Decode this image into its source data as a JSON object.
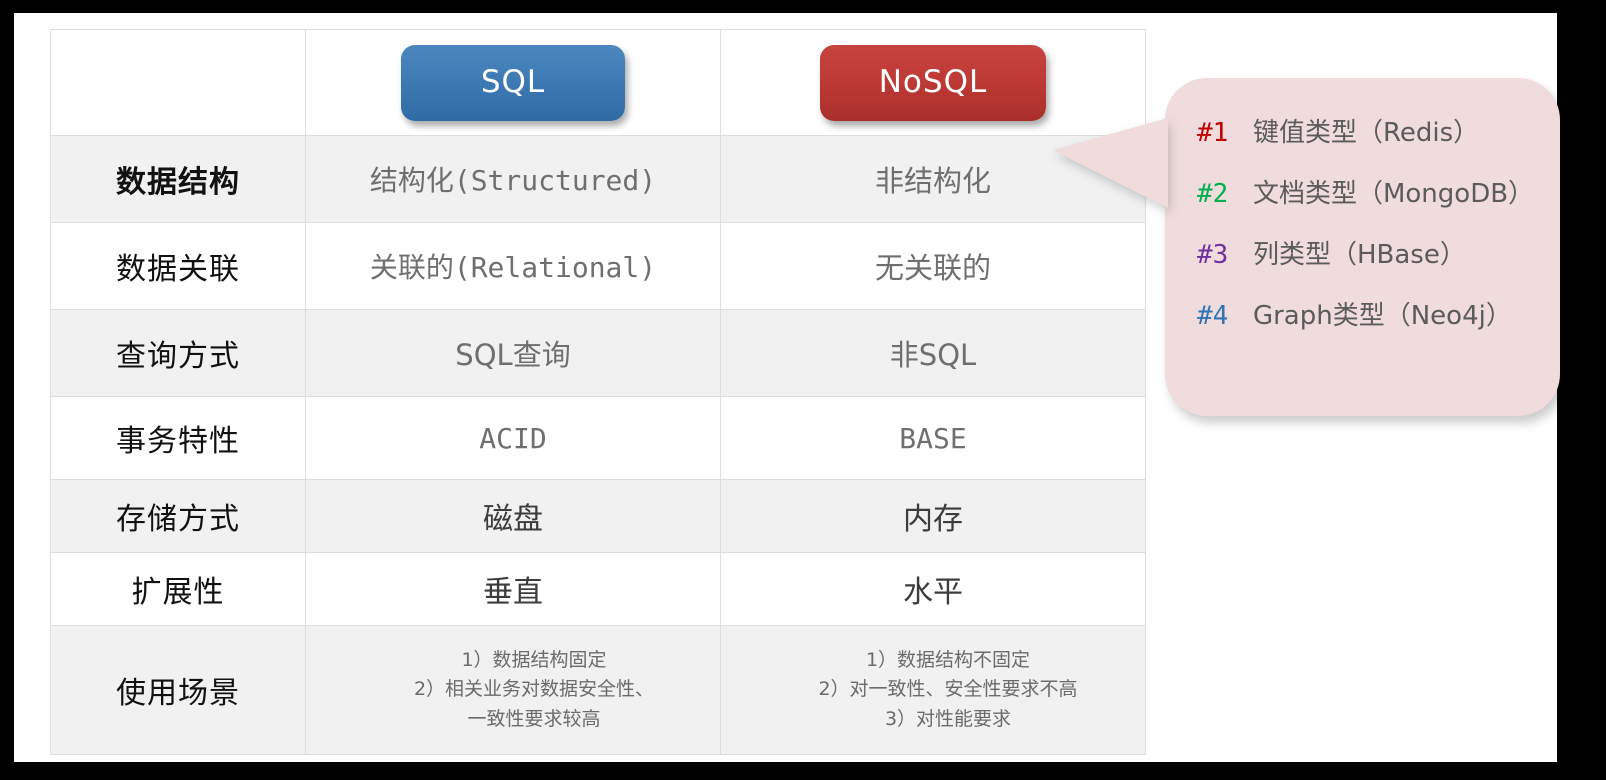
{
  "slide": {
    "background": "#ffffff",
    "frame_color": "#000000"
  },
  "table": {
    "header": {
      "attr_col_label": "",
      "sql_label": "SQL",
      "nosql_label": "NoSQL",
      "sql_color": "#3f7cb5",
      "nosql_color": "#bf3a36"
    },
    "rows": [
      {
        "attr": "数据结构",
        "sql": "结构化(Structured)",
        "nosql": "非结构化"
      },
      {
        "attr": "数据关联",
        "sql": "关联的(Relational)",
        "nosql": "无关联的"
      },
      {
        "attr": "查询方式",
        "sql": "SQL查询",
        "nosql": "非SQL"
      },
      {
        "attr": "事务特性",
        "sql": "ACID",
        "nosql": "BASE"
      },
      {
        "attr": "存储方式",
        "sql": "磁盘",
        "nosql": "内存"
      },
      {
        "attr": "扩展性",
        "sql": "垂直",
        "nosql": "水平"
      },
      {
        "attr": "使用场景",
        "sql": "1）数据结构固定\n2）相关业务对数据安全性、\n一致性要求较高",
        "nosql": "1）数据结构不固定\n2）对一致性、安全性要求不高\n3）对性能要求"
      }
    ]
  },
  "callout": {
    "background": "#f0dcdc",
    "items": [
      {
        "number": "#1",
        "text": "键值类型（Redis）",
        "number_color": "#c00000"
      },
      {
        "number": "#2",
        "text": "文档类型（MongoDB）",
        "number_color": "#00b050"
      },
      {
        "number": "#3",
        "text": "列类型（HBase）",
        "number_color": "#7030a0"
      },
      {
        "number": "#4",
        "text": "Graph类型（Neo4j）",
        "number_color": "#2e75b6"
      }
    ]
  }
}
